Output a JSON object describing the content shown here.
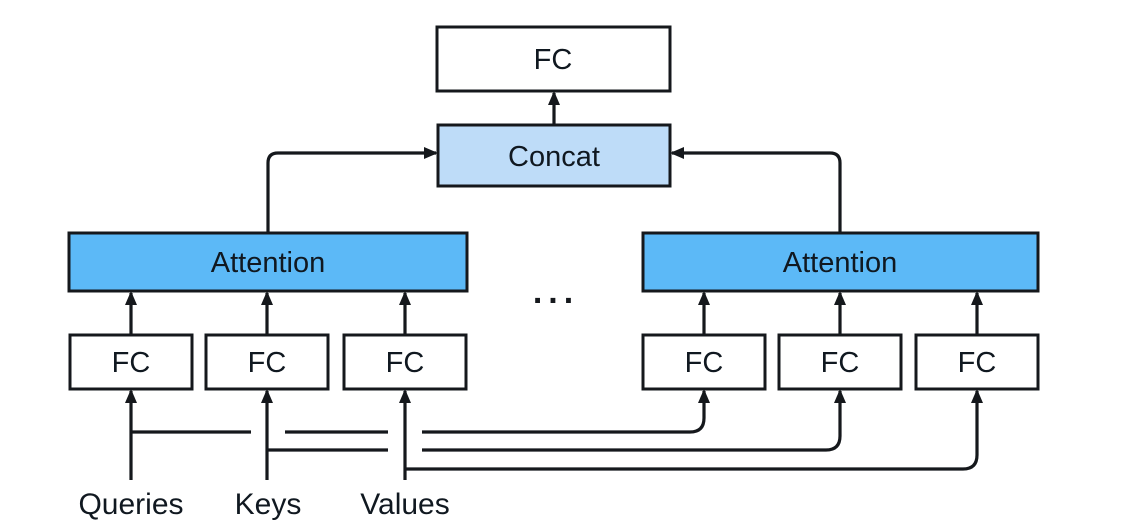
{
  "diagram": {
    "nodes": {
      "fc_top": {
        "label": "FC"
      },
      "concat": {
        "label": "Concat"
      },
      "attention_left": {
        "label": "Attention"
      },
      "attention_right": {
        "label": "Attention"
      }
    },
    "fc_labels": [
      "FC",
      "FC",
      "FC",
      "FC",
      "FC",
      "FC"
    ],
    "inputs": {
      "queries": "Queries",
      "keys": "Keys",
      "values": "Values"
    },
    "ellipsis": "...",
    "colors": {
      "attention_fill": "#5cb9f7",
      "concat_fill": "#bedcf8",
      "plain_fill": "#ffffff",
      "line": "#15181c",
      "background": "#ffffff"
    }
  }
}
